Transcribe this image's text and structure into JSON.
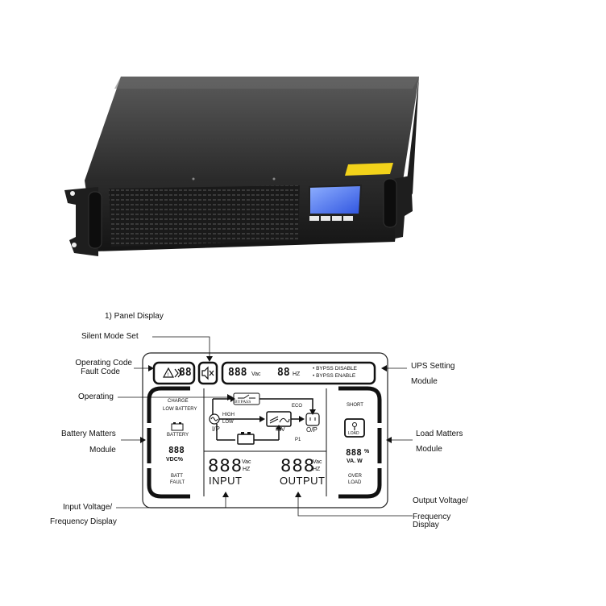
{
  "caption": "1) Panel Display",
  "labels": {
    "silent_mode": "Silent Mode Set",
    "operating_code": "Operating Code",
    "fault_code": "Fault Code",
    "operating": "Operating",
    "battery_matters": "Battery Matters",
    "battery_module": "Module",
    "input_vf_1": "Input Voltage/",
    "input_vf_2": "Frequency Display",
    "ups_setting": "UPS Setting",
    "ups_module": "Module",
    "load_matters": "Load Matters",
    "load_module": "Module",
    "output_vf_1": "Output Voltage/",
    "output_vf_2": "Frequency",
    "output_vf_3": "Display"
  },
  "lcd": {
    "code_digits": "88",
    "vac_digits": "888",
    "vac_unit": "Vac",
    "hz_digits": "88",
    "hz_unit": "HZ",
    "bypass_disable": "• BYPSS DISABLE",
    "bypass_enable": "• BYPSS ENABLE",
    "charge": "CHARGE",
    "low_battery": "LOW BATTERY",
    "battery": "BATTERY",
    "vdc_digits": "888",
    "vdc_unit": "VDC%",
    "batt": "BATT",
    "fault": "FAULT",
    "bypass": "BYPASS",
    "eco": "ECO",
    "high": "HIGH",
    "low": "LOW",
    "ip": "I/P",
    "inv": "INV",
    "op": "O/P",
    "p1": "P1",
    "input_digits": "888",
    "input_vac": "Vac",
    "input_hz": "HZ",
    "input": "INPUT",
    "output_digits": "888",
    "output_vac": "Vac",
    "output_hz": "HZ",
    "output": "OUTPUT",
    "short": "SHORT",
    "load": "LOAD",
    "load_digits": "888",
    "load_pct": "%",
    "va_w": "VA. W",
    "over": "OVER",
    "load2": "LOAD"
  }
}
